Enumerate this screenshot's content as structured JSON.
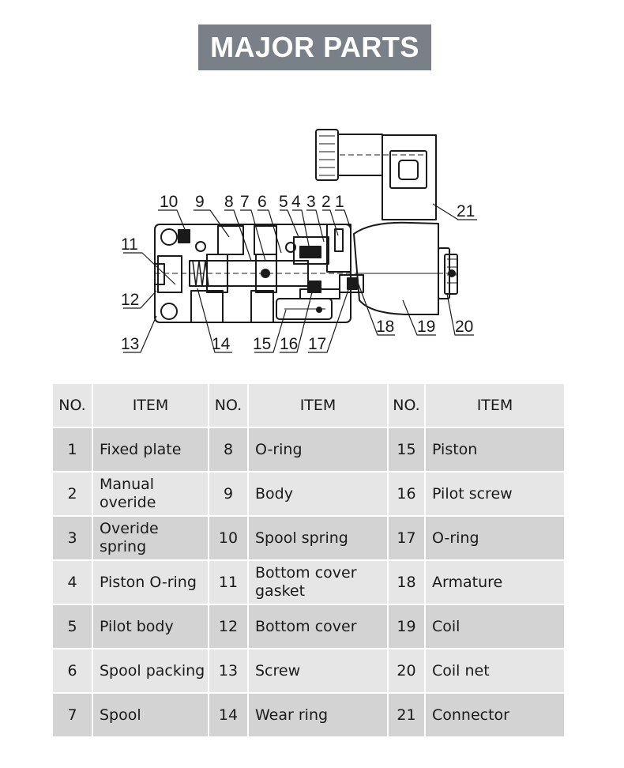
{
  "title": "MAJOR PARTS",
  "callouts": [
    "1",
    "2",
    "3",
    "4",
    "5",
    "6",
    "7",
    "8",
    "9",
    "10",
    "11",
    "12",
    "13",
    "14",
    "15",
    "16",
    "17",
    "18",
    "19",
    "20",
    "21"
  ],
  "table": {
    "headers": [
      "NO.",
      "ITEM",
      "NO.",
      "ITEM",
      "NO.",
      "ITEM"
    ],
    "rows": [
      [
        {
          "no": "1",
          "item": "Fixed plate"
        },
        {
          "no": "8",
          "item": "O-ring"
        },
        {
          "no": "15",
          "item": "Piston"
        }
      ],
      [
        {
          "no": "2",
          "item": "Manual overide"
        },
        {
          "no": "9",
          "item": "Body"
        },
        {
          "no": "16",
          "item": "Pilot screw"
        }
      ],
      [
        {
          "no": "3",
          "item": "Overide spring"
        },
        {
          "no": "10",
          "item": "Spool spring"
        },
        {
          "no": "17",
          "item": "O-ring"
        }
      ],
      [
        {
          "no": "4",
          "item": "Piston O-ring"
        },
        {
          "no": "11",
          "item": "Bottom cover gasket"
        },
        {
          "no": "18",
          "item": "Armature"
        }
      ],
      [
        {
          "no": "5",
          "item": "Pilot body"
        },
        {
          "no": "12",
          "item": "Bottom cover"
        },
        {
          "no": "19",
          "item": "Coil"
        }
      ],
      [
        {
          "no": "6",
          "item": "Spool packing"
        },
        {
          "no": "13",
          "item": "Screw"
        },
        {
          "no": "20",
          "item": "Coil net"
        }
      ],
      [
        {
          "no": "7",
          "item": "Spool"
        },
        {
          "no": "14",
          "item": "Wear ring"
        },
        {
          "no": "21",
          "item": "Connector"
        }
      ]
    ]
  }
}
